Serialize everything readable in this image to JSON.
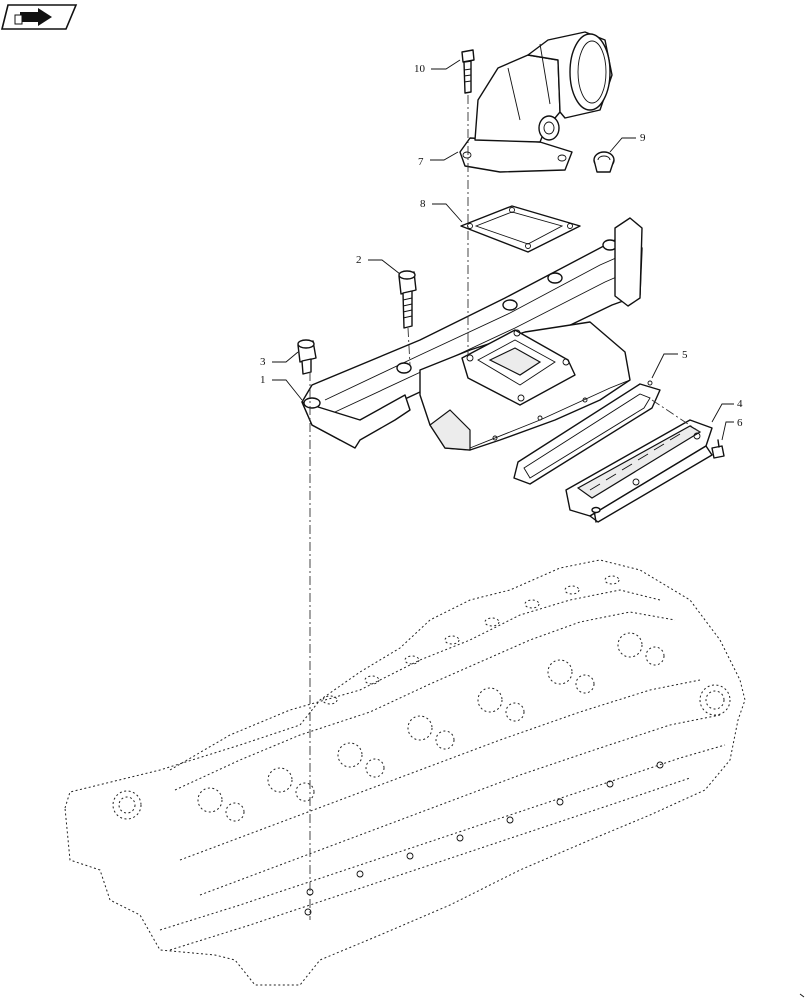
{
  "diagram": {
    "callouts": [
      {
        "id": "1",
        "label": "1"
      },
      {
        "id": "2",
        "label": "2"
      },
      {
        "id": "3",
        "label": "3"
      },
      {
        "id": "4",
        "label": "4"
      },
      {
        "id": "5",
        "label": "5"
      },
      {
        "id": "6",
        "label": "6"
      },
      {
        "id": "7",
        "label": "7"
      },
      {
        "id": "8",
        "label": "8"
      },
      {
        "id": "9",
        "label": "9"
      },
      {
        "id": "10",
        "label": "10"
      }
    ],
    "nav_icon": "arrow-icon"
  }
}
